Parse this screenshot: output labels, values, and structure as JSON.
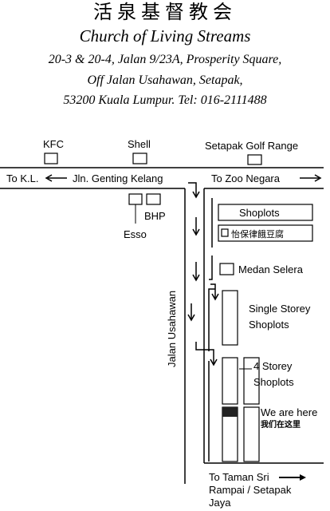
{
  "header": {
    "title_cn": "活泉基督教会",
    "title_en": "Church of Living Streams",
    "address_line1": "20-3 & 20-4, Jalan 9/23A, Prosperity Square,",
    "address_line2": "Off Jalan Usahawan, Setapak,",
    "address_line3": "53200 Kuala Lumpur. Tel: 016-2111488"
  },
  "map": {
    "landmarks": {
      "kfc": "KFC",
      "shell": "Shell",
      "golf": "Setapak Golf Range",
      "esso": "Esso",
      "bhp": "BHP",
      "shoplots": "Shoplots",
      "tofu_shop": "怡保律餓豆腐",
      "medan_selera": "Medan Selera",
      "single_storey_1": "Single Storey",
      "single_storey_2": "Shoplots",
      "four_storey_1": "4 Storey",
      "four_storey_2": "Shoplots",
      "we_are_here": "We are here",
      "we_are_here_cn": "我们在这里"
    },
    "roads": {
      "to_kl": "To K.L.",
      "jln_genting": "Jln. Genting Kelang",
      "to_zoo": "To Zoo Negara",
      "jalan_usahawan": "Jalan Usahawan",
      "to_taman_1": "To Taman Sri",
      "to_taman_2": "Rampai / Setapak",
      "to_taman_3": "Jaya"
    }
  }
}
